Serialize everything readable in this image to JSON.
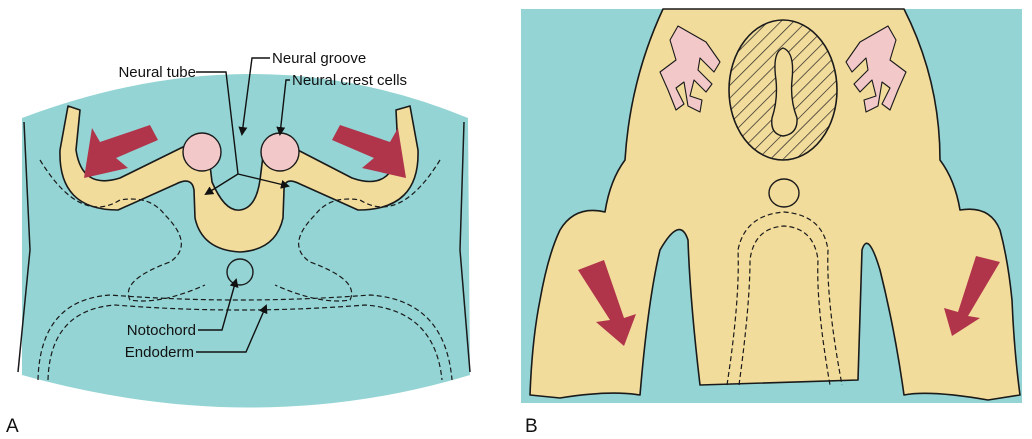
{
  "panel_a": {
    "letter": "A",
    "labels": {
      "neural_tube": "Neural tube",
      "neural_groove": "Neural groove",
      "neural_crest_cells": "Neural crest cells",
      "notochord": "Notochord",
      "endoderm": "Endoderm"
    }
  },
  "panel_b": {
    "letter": "B"
  },
  "colors": {
    "mesoderm_bg": "#94d4d4",
    "ectoderm_yellow": "#f2dc9c",
    "crest_pink": "#f2c8c8",
    "arrow_red": "#b0344a",
    "line": "#1a1a1a"
  }
}
